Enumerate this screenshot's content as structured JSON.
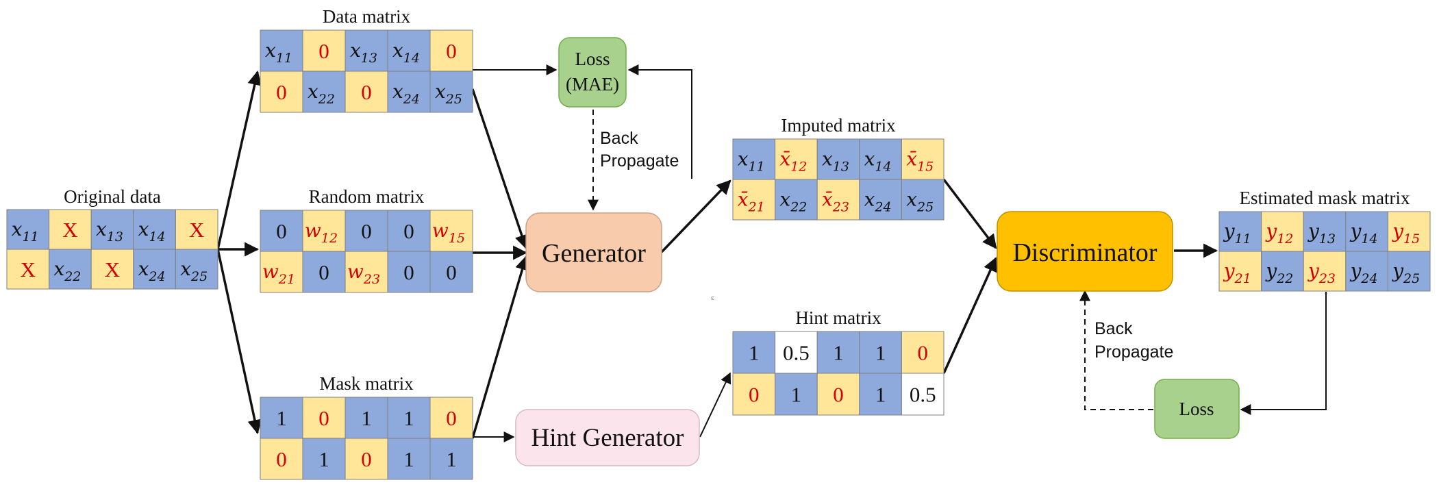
{
  "colors": {
    "blue": "#8EA9DB",
    "yellow": "#FFE699",
    "white": "#FFFFFF",
    "red": "#D40000",
    "black": "#111111",
    "loss_green": "#A9D18E",
    "generator_fill": "#F8CBAD",
    "discriminator_fill": "#FFC000",
    "hint_gen_fill": "#FCE4EC"
  },
  "matrices": {
    "original": {
      "label": "Original data",
      "cells": [
        [
          {
            "t": "x",
            "s": "11",
            "c": "blue"
          },
          {
            "t": "X",
            "c": "yellow",
            "red": true,
            "plain": true
          },
          {
            "t": "x",
            "s": "13",
            "c": "blue"
          },
          {
            "t": "x",
            "s": "14",
            "c": "blue"
          },
          {
            "t": "X",
            "c": "yellow",
            "red": true,
            "plain": true
          }
        ],
        [
          {
            "t": "X",
            "c": "yellow",
            "red": true,
            "plain": true
          },
          {
            "t": "x",
            "s": "22",
            "c": "blue"
          },
          {
            "t": "X",
            "c": "yellow",
            "red": true,
            "plain": true
          },
          {
            "t": "x",
            "s": "24",
            "c": "blue"
          },
          {
            "t": "x",
            "s": "25",
            "c": "blue"
          }
        ]
      ]
    },
    "data": {
      "label": "Data matrix",
      "cells": [
        [
          {
            "t": "x",
            "s": "11",
            "c": "blue"
          },
          {
            "t": "0",
            "c": "yellow",
            "red": true,
            "plain": true
          },
          {
            "t": "x",
            "s": "13",
            "c": "blue"
          },
          {
            "t": "x",
            "s": "14",
            "c": "blue"
          },
          {
            "t": "0",
            "c": "yellow",
            "red": true,
            "plain": true
          }
        ],
        [
          {
            "t": "0",
            "c": "yellow",
            "red": true,
            "plain": true
          },
          {
            "t": "x",
            "s": "22",
            "c": "blue"
          },
          {
            "t": "0",
            "c": "yellow",
            "red": true,
            "plain": true
          },
          {
            "t": "x",
            "s": "24",
            "c": "blue"
          },
          {
            "t": "x",
            "s": "25",
            "c": "blue"
          }
        ]
      ]
    },
    "random": {
      "label": "Random matrix",
      "cells": [
        [
          {
            "t": "0",
            "c": "blue",
            "plain": true
          },
          {
            "t": "w",
            "s": "12",
            "c": "yellow",
            "red": true
          },
          {
            "t": "0",
            "c": "blue",
            "plain": true
          },
          {
            "t": "0",
            "c": "blue",
            "plain": true
          },
          {
            "t": "w",
            "s": "15",
            "c": "yellow",
            "red": true
          }
        ],
        [
          {
            "t": "w",
            "s": "21",
            "c": "yellow",
            "red": true
          },
          {
            "t": "0",
            "c": "blue",
            "plain": true
          },
          {
            "t": "w",
            "s": "23",
            "c": "yellow",
            "red": true
          },
          {
            "t": "0",
            "c": "blue",
            "plain": true
          },
          {
            "t": "0",
            "c": "blue",
            "plain": true
          }
        ]
      ]
    },
    "mask": {
      "label": "Mask matrix",
      "cells": [
        [
          {
            "t": "1",
            "c": "blue",
            "plain": true
          },
          {
            "t": "0",
            "c": "yellow",
            "red": true,
            "plain": true
          },
          {
            "t": "1",
            "c": "blue",
            "plain": true
          },
          {
            "t": "1",
            "c": "blue",
            "plain": true
          },
          {
            "t": "0",
            "c": "yellow",
            "red": true,
            "plain": true
          }
        ],
        [
          {
            "t": "0",
            "c": "yellow",
            "red": true,
            "plain": true
          },
          {
            "t": "1",
            "c": "blue",
            "plain": true
          },
          {
            "t": "0",
            "c": "yellow",
            "red": true,
            "plain": true
          },
          {
            "t": "1",
            "c": "blue",
            "plain": true
          },
          {
            "t": "1",
            "c": "blue",
            "plain": true
          }
        ]
      ]
    },
    "imputed": {
      "label": "Imputed matrix",
      "cells": [
        [
          {
            "t": "x",
            "s": "11",
            "c": "blue"
          },
          {
            "t": "x̄",
            "s": "12",
            "c": "yellow",
            "red": true
          },
          {
            "t": "x",
            "s": "13",
            "c": "blue"
          },
          {
            "t": "x",
            "s": "14",
            "c": "blue"
          },
          {
            "t": "x̄",
            "s": "15",
            "c": "yellow",
            "red": true
          }
        ],
        [
          {
            "t": "x̄",
            "s": "21",
            "c": "yellow",
            "red": true
          },
          {
            "t": "x",
            "s": "22",
            "c": "blue"
          },
          {
            "t": "x̄",
            "s": "23",
            "c": "yellow",
            "red": true
          },
          {
            "t": "x",
            "s": "24",
            "c": "blue"
          },
          {
            "t": "x",
            "s": "25",
            "c": "blue"
          }
        ]
      ]
    },
    "hint": {
      "label": "Hint matrix",
      "cells": [
        [
          {
            "t": "1",
            "c": "blue",
            "plain": true
          },
          {
            "t": "0.5",
            "c": "white",
            "plain": true
          },
          {
            "t": "1",
            "c": "blue",
            "plain": true
          },
          {
            "t": "1",
            "c": "blue",
            "plain": true
          },
          {
            "t": "0",
            "c": "yellow",
            "red": true,
            "plain": true
          }
        ],
        [
          {
            "t": "0",
            "c": "yellow",
            "red": true,
            "plain": true
          },
          {
            "t": "1",
            "c": "blue",
            "plain": true
          },
          {
            "t": "0",
            "c": "yellow",
            "red": true,
            "plain": true
          },
          {
            "t": "1",
            "c": "blue",
            "plain": true
          },
          {
            "t": "0.5",
            "c": "white",
            "plain": true
          }
        ]
      ]
    },
    "estimated": {
      "label": "Estimated mask matrix",
      "cells": [
        [
          {
            "t": "y",
            "s": "11",
            "c": "blue"
          },
          {
            "t": "y",
            "s": "12",
            "c": "yellow",
            "red": true
          },
          {
            "t": "y",
            "s": "13",
            "c": "blue"
          },
          {
            "t": "y",
            "s": "14",
            "c": "blue"
          },
          {
            "t": "y",
            "s": "15",
            "c": "yellow",
            "red": true
          }
        ],
        [
          {
            "t": "y",
            "s": "21",
            "c": "yellow",
            "red": true
          },
          {
            "t": "y",
            "s": "22",
            "c": "blue"
          },
          {
            "t": "y",
            "s": "23",
            "c": "yellow",
            "red": true
          },
          {
            "t": "y",
            "s": "24",
            "c": "blue"
          },
          {
            "t": "y",
            "s": "25",
            "c": "blue"
          }
        ]
      ]
    }
  },
  "boxes": {
    "loss_mae": {
      "line1": "Loss",
      "line2": "(MAE)"
    },
    "generator": {
      "label": "Generator"
    },
    "discriminator": {
      "label": "Discriminator"
    },
    "hint_generator": {
      "label": "Hint Generator"
    },
    "loss": {
      "label": "Loss"
    }
  },
  "notes": {
    "backprop_generator": {
      "line1": "Back",
      "line2": "Propagate"
    },
    "backprop_discriminator": {
      "line1": "Back",
      "line2": "Propagate"
    }
  },
  "stray_mark": "ε"
}
